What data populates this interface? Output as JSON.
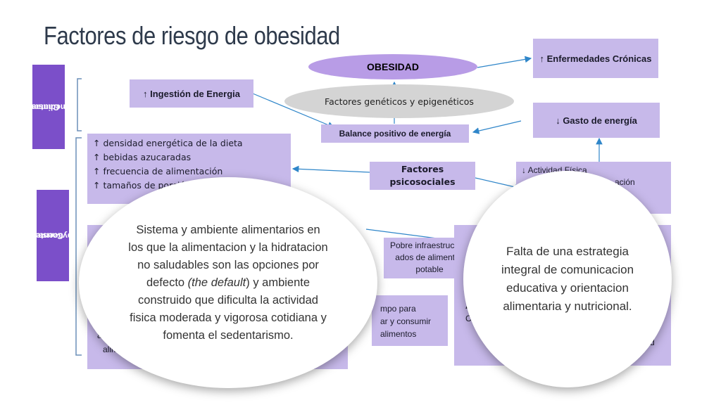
{
  "title": "Factores de riesgo de obesidad",
  "side_labels": {
    "inmediatas": [
      "Causas",
      "Inmediatas"
    ],
    "subyacentes": [
      "Causas",
      "Subyacentes"
    ]
  },
  "nodes": {
    "obesidad": "OBESIDAD",
    "geneticos": "Factores genéticos y epigenéticos",
    "enfermedades": "↑ Enfermedades Crónicas",
    "ingestion": "↑ Ingestión de Energia",
    "balance": "Balance positivo de energía",
    "gasto": "↓ Gasto de energía",
    "psicosociales": "Factores psicosociales",
    "actividad_partial": "↓ Actividad Física",
    "recreacion_partial": "ación",
    "infraestructura_partial": [
      "Pobre infraestructura",
      "ados de alimentos",
      "potable"
    ],
    "tiempo_partial": [
      "mpo para",
      "ar y consumir",
      "alimentos"
    ],
    "acc_partial": [
      "acc",
      "alim"
    ],
    "right_bottom_partial": [
      "A",
      "C",
      "d"
    ]
  },
  "diet_list": [
    "↑ densidad energética de la dieta",
    "↑ bebidas azucaradas",
    "↑ frecuencia de alimentación",
    "↑ tamaños de porció"
  ],
  "bubbles": {
    "left": "Sistema y ambiente alimentarios en los que la alimentacion y la hidratacion no saludables son las opciones por defecto ",
    "left_italic": "(the default",
    "left_end": ") y ambiente construido que dificulta la actividad fisica moderada y vigorosa cotidiana  y fomenta el sedentarismo.",
    "right": "Falta de una estrategia integral de comunicacion educativa y orientacion alimentaria y nutricional."
  },
  "colors": {
    "box": "#c7b9ea",
    "label": "#7b4fc9",
    "arrow": "#2f86c9",
    "title": "#2e3a4b",
    "genetics": "#d4d4d4"
  }
}
